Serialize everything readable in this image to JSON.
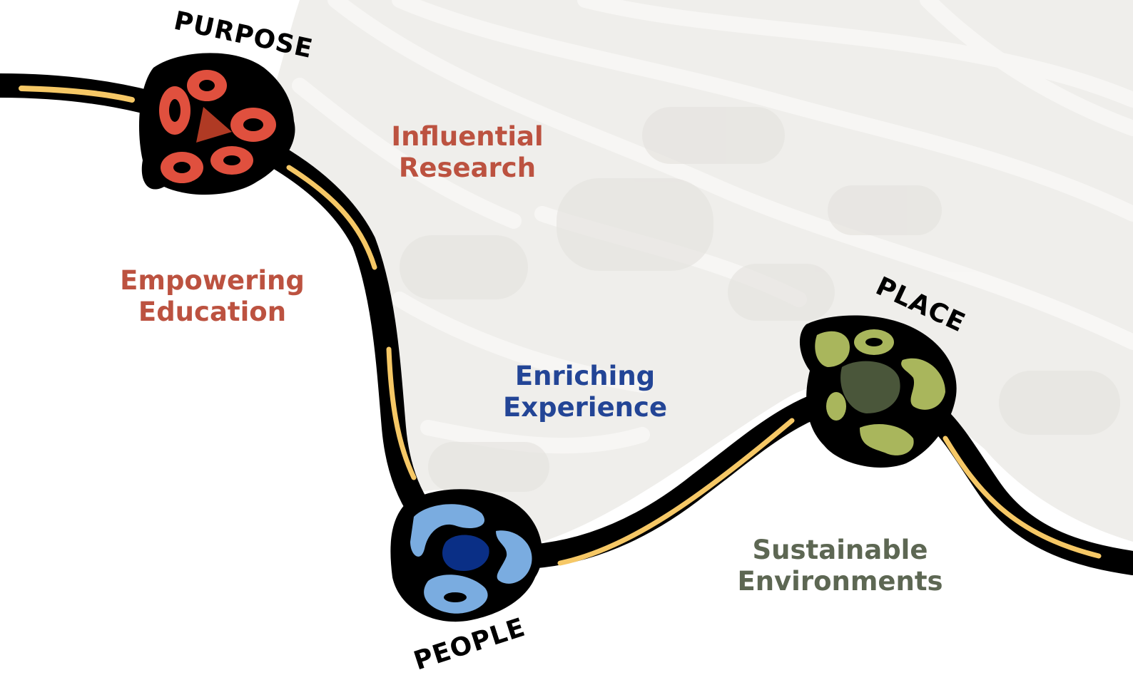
{
  "nodes": {
    "purpose": {
      "label": "PURPOSE",
      "fill": "#e0503e",
      "core": "#b03a24"
    },
    "people": {
      "label": "PEOPLE",
      "fill": "#7aace0",
      "core": "#0a2f86"
    },
    "place": {
      "label": "PLACE",
      "fill": "#a9b65c",
      "core": "#4a563a"
    }
  },
  "themes": {
    "influential_research": {
      "line1": "Influential",
      "line2": "Research",
      "color": "#bc5240"
    },
    "empowering_education": {
      "line1": "Empowering",
      "line2": "Education",
      "color": "#bc5240"
    },
    "enriching_experience": {
      "line1": "Enriching",
      "line2": "Experience",
      "color": "#234596"
    },
    "sustainable_environments": {
      "line1": "Sustainable",
      "line2": "Environments",
      "color": "#5d6753"
    }
  },
  "colors": {
    "path": "#000000",
    "path_highlight": "#f6c866",
    "background_pattern": "#efeeeb"
  }
}
